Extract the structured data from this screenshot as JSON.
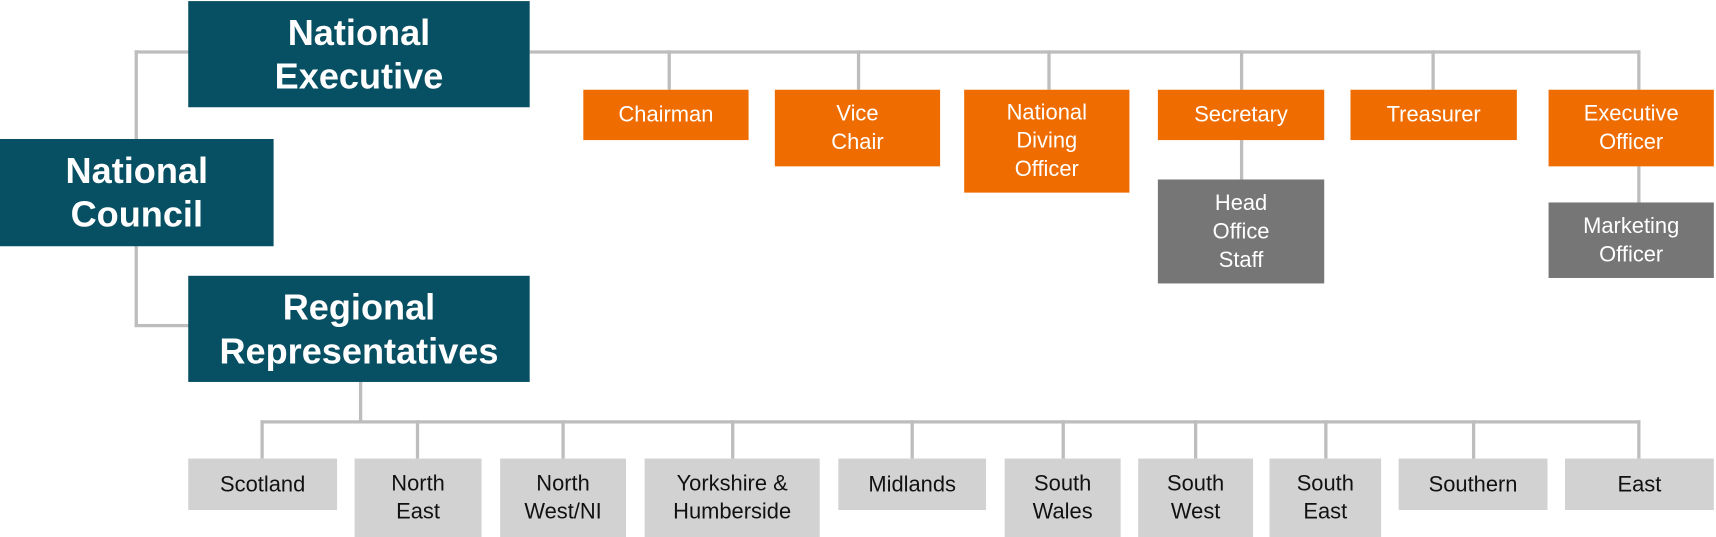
{
  "top": {
    "national_executive": "National\nExecutive",
    "national_council": "National\nCouncil",
    "regional_representatives": "Regional\nRepresentatives"
  },
  "officers": [
    "Chairman",
    "Vice\nChair",
    "National\nDiving\nOfficer",
    "Secretary",
    "Treasurer",
    "Executive\nOfficer"
  ],
  "staff": [
    "Head\nOffice\nStaff",
    "Marketing\nOfficer"
  ],
  "regions": [
    "Scotland",
    "North\nEast",
    "North\nWest/NI",
    "Yorkshire &\nHumberside",
    "Midlands",
    "South\nWales",
    "South\nWest",
    "South\nEast",
    "Southern",
    "East"
  ],
  "colors": {
    "primary": "#074f63",
    "officer": "#ef6c00",
    "staff": "#767676",
    "region": "#d3d2d3",
    "connector": "#bdbdbd"
  }
}
